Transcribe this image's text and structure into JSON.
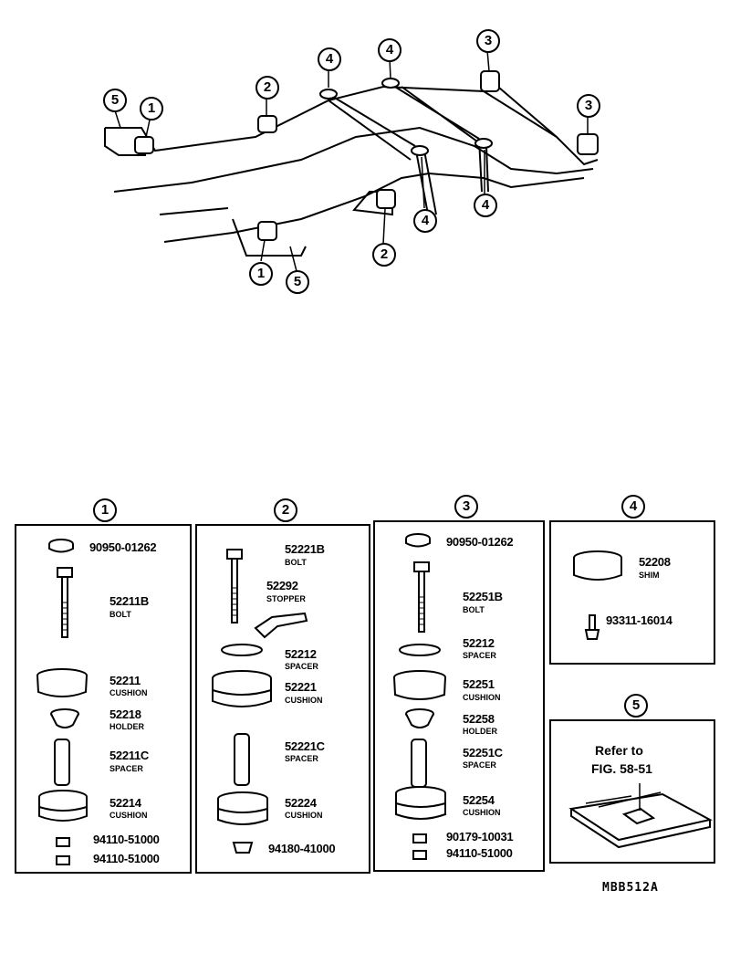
{
  "overview": {
    "callouts": [
      "5",
      "1",
      "2",
      "4",
      "4",
      "3",
      "3",
      "4",
      "4",
      "2",
      "1",
      "5"
    ]
  },
  "panels": [
    {
      "number": "1",
      "parts": [
        {
          "pn": "90950-01262",
          "name": ""
        },
        {
          "pn": "52211B",
          "name": "BOLT"
        },
        {
          "pn": "52211",
          "name": "CUSHION"
        },
        {
          "pn": "52218",
          "name": "HOLDER"
        },
        {
          "pn": "52211C",
          "name": "SPACER"
        },
        {
          "pn": "52214",
          "name": "CUSHION"
        },
        {
          "pn": "94110-51000",
          "name": ""
        },
        {
          "pn": "94110-51000",
          "name": ""
        }
      ]
    },
    {
      "number": "2",
      "parts": [
        {
          "pn": "52221B",
          "name": "BOLT"
        },
        {
          "pn": "52292",
          "name": "STOPPER"
        },
        {
          "pn": "52212",
          "name": "SPACER"
        },
        {
          "pn": "52221",
          "name": "CUSHION"
        },
        {
          "pn": "52221C",
          "name": "SPACER"
        },
        {
          "pn": "52224",
          "name": "CUSHION"
        },
        {
          "pn": "94180-41000",
          "name": ""
        }
      ]
    },
    {
      "number": "3",
      "parts": [
        {
          "pn": "90950-01262",
          "name": ""
        },
        {
          "pn": "52251B",
          "name": "BOLT"
        },
        {
          "pn": "52212",
          "name": "SPACER"
        },
        {
          "pn": "52251",
          "name": "CUSHION"
        },
        {
          "pn": "52258",
          "name": "HOLDER"
        },
        {
          "pn": "52251C",
          "name": "SPACER"
        },
        {
          "pn": "52254",
          "name": "CUSHION"
        },
        {
          "pn": "90179-10031",
          "name": ""
        },
        {
          "pn": "94110-51000",
          "name": ""
        }
      ]
    },
    {
      "number": "4",
      "parts": [
        {
          "pn": "52208",
          "name": "SHIM"
        },
        {
          "pn": "93311-16014",
          "name": ""
        }
      ]
    },
    {
      "number": "5",
      "ref_line1": "Refer to",
      "ref_line2": "FIG. 58-51"
    }
  ],
  "diagram_code": "MBB512A"
}
